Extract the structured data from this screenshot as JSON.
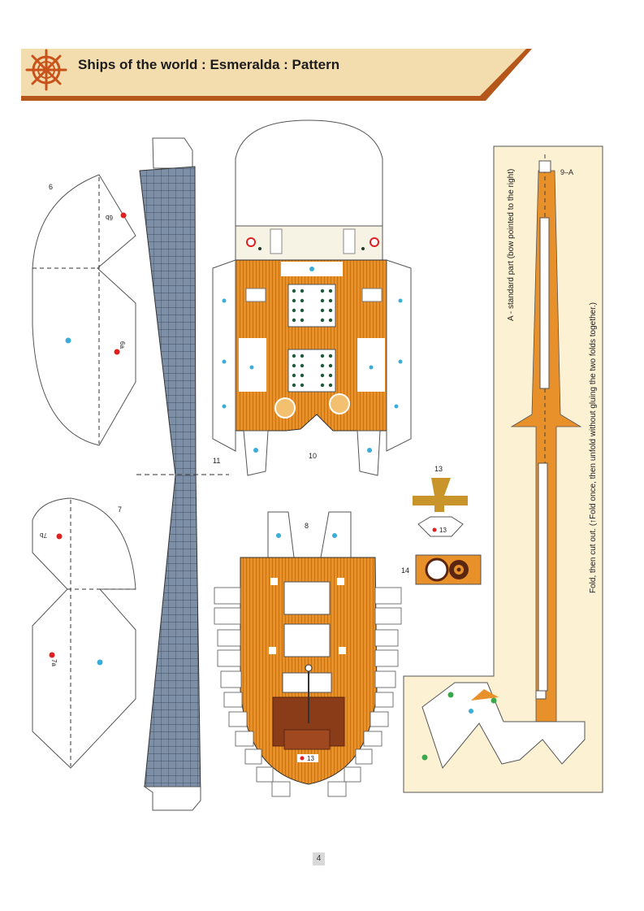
{
  "header": {
    "title": "Ships of the world : Esmeralda : Pattern",
    "band_color": "#f3dcae",
    "stripe_color": "#b5561a"
  },
  "parts": {
    "p6": "6",
    "p6a": "6a",
    "p6b": "6b",
    "p7": "7",
    "p7a": "7a",
    "p7b": "7b",
    "p8": "8",
    "p10": "10",
    "p11": "11",
    "p13": "13",
    "p13_tag": "13",
    "p13_tag2": "13",
    "p14": "14",
    "p9a": "9–A"
  },
  "notes": {
    "standard_part": "A - standard part (bow pointed to the right)",
    "fold_instruction": "Fold, then cut out. (↑Fold once, then unfold without gluing the two folds together.)"
  },
  "colors": {
    "deck": "#e8902a",
    "hull_blue": "#7d8fa6",
    "panel": "#fdf1d4",
    "dot_blue": "#3aaed8",
    "dot_red": "#e02020",
    "dot_green": "#3aa84a",
    "brown": "#8a3b18"
  },
  "page": {
    "number": "4"
  }
}
